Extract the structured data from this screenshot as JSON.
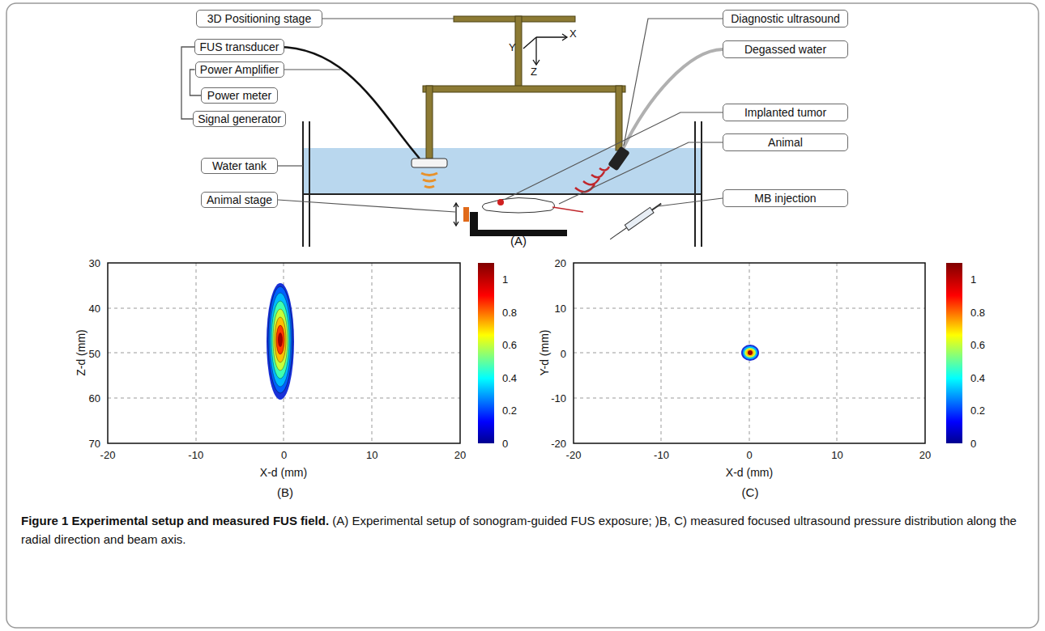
{
  "diagram": {
    "title": "Figure 1 Experimental setup and measured FUS field.",
    "caption": "(A) Experimental setup of sonogram-guided FUS exposure; )B, C) measured focused ultrasound pressure distribution along the radial direction and beam axis.",
    "nodes": [
      {
        "text": [
          "3D Positioning stage"
        ]
      },
      {
        "text": [
          "FUS transducer"
        ]
      },
      {
        "text": [
          "Power Amplifier"
        ]
      },
      {
        "text": [
          "Power meter"
        ]
      },
      {
        "text": [
          "Signal generator"
        ]
      },
      {
        "text": [
          "Water tank"
        ]
      },
      {
        "text": [
          "Animal stage"
        ]
      },
      {
        "text": [
          "Diagnostic ultrasound"
        ]
      },
      {
        "text": [
          "Degassed water"
        ]
      },
      {
        "text": [
          "Implanted tumor"
        ]
      },
      {
        "text": [
          "Animal"
        ]
      },
      {
        "text": [
          "MB injection"
        ]
      }
    ],
    "edges": [
      {
        "from": 1,
        "to": 4,
        "arrow": "none"
      },
      {
        "from": 2,
        "to": 3,
        "arrow": "none"
      }
    ],
    "labels": [
      "(A)",
      "X",
      "Y",
      "Z",
      "Z-d (mm)",
      "30",
      "40",
      "50",
      "60",
      "70",
      "-20",
      "-10",
      "0",
      "10",
      "20",
      "X-d (mm)",
      "(B)",
      "1",
      "0.8",
      "0.6",
      "0.4",
      "0.2",
      "0",
      "Y-d (mm)",
      "20",
      "10",
      "0",
      "-10",
      "-20",
      "-20",
      "-10",
      "0",
      "10",
      "20",
      "X-d (mm)",
      "(C)",
      "1",
      "0.8",
      "0.6",
      "0.4",
      "0.2",
      "0"
    ]
  }
}
